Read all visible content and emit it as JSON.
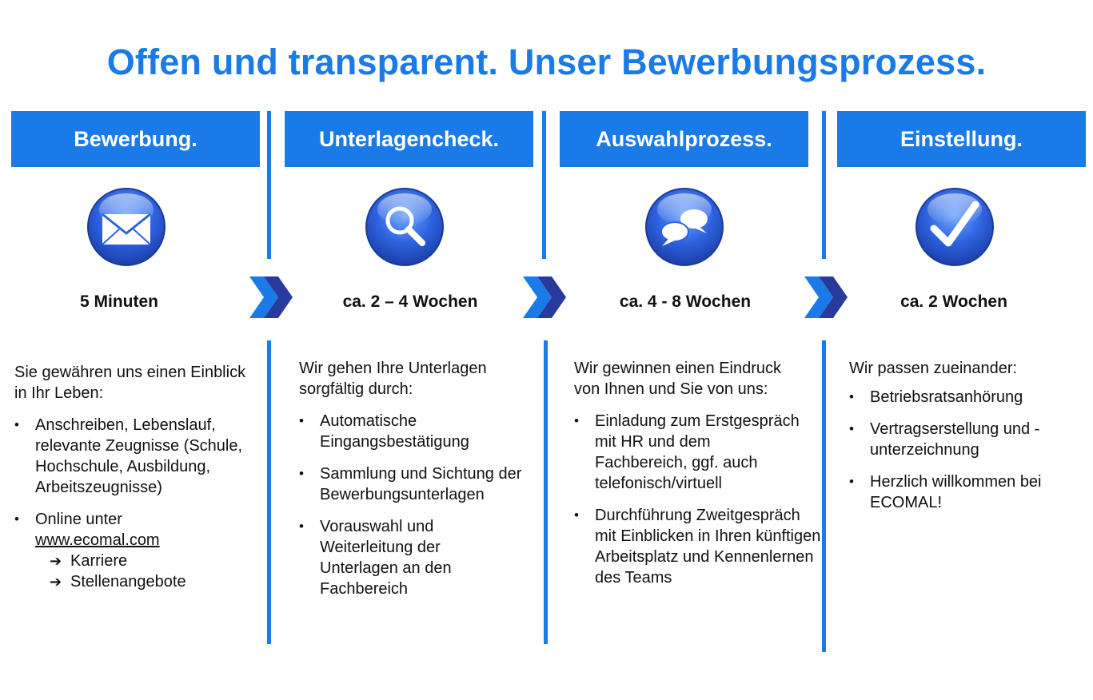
{
  "title": "Offen und transparent. Unser Bewerbungsprozess.",
  "colors": {
    "accent": "#1a7be8",
    "chevron_light": "#1a7be8",
    "chevron_dark": "#2a3a9a"
  },
  "steps": [
    {
      "header": "Bewerbung.",
      "icon": "envelope-icon",
      "duration": "5 Minuten",
      "intro": "Sie gewähren uns einen Einblick in Ihr Leben:",
      "bullets": [
        "Anschreiben, Lebenslauf, relevante Zeugnisse (Schule, Hochschule, Ausbildung, Arbeitszeugnisse)",
        "Online unter"
      ],
      "link": "www.ecomal.com",
      "link_arrow": "➔",
      "sub_items": [
        "Karriere",
        "Stellenangebote"
      ]
    },
    {
      "header": "Unterlagencheck.",
      "icon": "magnifier-icon",
      "duration": "ca. 2 – 4 Wochen",
      "intro": "Wir gehen Ihre Unterlagen sorgfältig durch:",
      "bullets": [
        "Automatische Eingangsbestätigung",
        "Sammlung und Sichtung der Bewerbungsunterlagen",
        "Vorauswahl und Weiterleitung der Unterlagen an den Fachbereich"
      ]
    },
    {
      "header": "Auswahlprozess.",
      "icon": "speech-bubbles-icon",
      "duration": "ca. 4 - 8 Wochen",
      "intro": "Wir gewinnen einen Eindruck von Ihnen und Sie von uns:",
      "bullets": [
        "Einladung zum Erstgespräch mit HR und dem Fachbereich, ggf. auch telefonisch/virtuell",
        "Durchführung Zweitgespräch mit Einblicken in Ihren künftigen Arbeitsplatz und Kennenlernen des Teams"
      ]
    },
    {
      "header": "Einstellung.",
      "icon": "checkmark-icon",
      "duration": "ca. 2 Wochen",
      "intro": "Wir passen zueinander:",
      "bullets": [
        "Betriebsratsanhörung",
        "Vertragserstellung und -unterzeichnung",
        "Herzlich willkommen bei ECOMAL!"
      ]
    }
  ]
}
